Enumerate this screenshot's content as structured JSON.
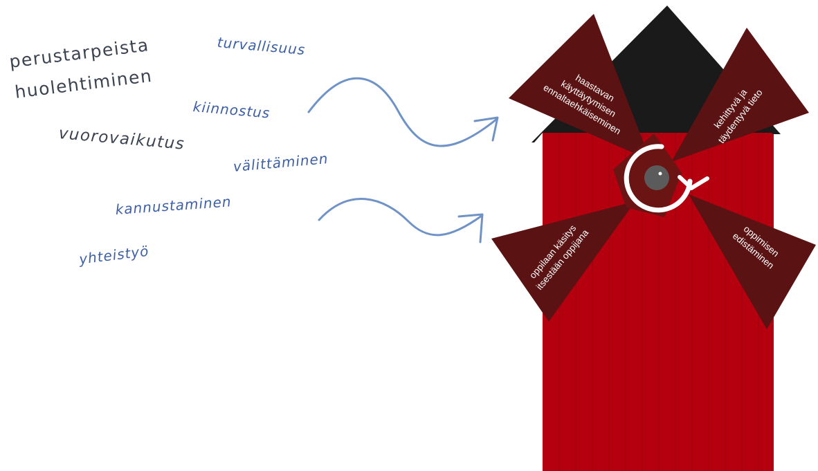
{
  "concepts": {
    "perustarpeista": "perustarpeista",
    "huolehtiminen": "huolehtiminen",
    "turvallisuus": "turvallisuus",
    "kiinnostus": "kiinnostus",
    "vuorovaikutus": "vuorovaikutus",
    "valittaminen": "välittäminen",
    "kannustaminen": "kannustaminen",
    "yhteistyo": "yhteistyö"
  },
  "windmill": {
    "blade_top_left": [
      "haastavan",
      "käyttäytymisen",
      "ennaltaehkäiseminen"
    ],
    "blade_top_right": [
      "kehittyvä ja",
      "täydentyvä tieto"
    ],
    "blade_bottom_left": [
      "oppilaan käsitys",
      "itsestään oppijana"
    ],
    "blade_bottom_right": [
      "oppimisen",
      "edistäminen"
    ]
  },
  "colors": {
    "body_red": "#b5000f",
    "blade_brown": "#5a1212",
    "roof_black": "#1a1a1a",
    "arrow_blue": "#6f93c6",
    "dark_text": "#3c4350",
    "blue_text": "#3d5fa6"
  }
}
